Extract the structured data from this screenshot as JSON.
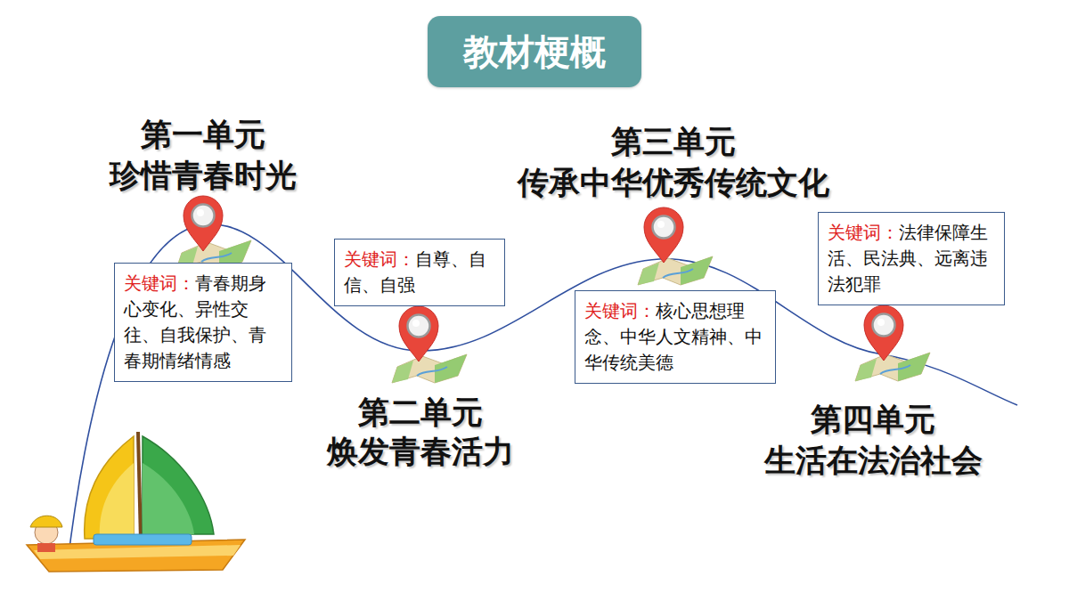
{
  "diagram": {
    "title": "教材梗概",
    "nodes": [
      {
        "text": [
          "关键词：",
          "青春期身心变化、异性交往、自我保护、青春期情绪情感"
        ]
      },
      {
        "text": [
          "关键词：",
          "自尊、自信、自强"
        ]
      },
      {
        "text": [
          "关键词：",
          "核心思想理念、中华人文精神、中华传统美德"
        ]
      },
      {
        "text": [
          "关键词：",
          "法律保障生活、民法典、远离违法犯罪"
        ]
      }
    ],
    "labels": [
      "第一单元",
      "珍惜青春时光",
      "第二单元",
      "焕发青春活力",
      "第三单元",
      "传承中华优秀传统文化",
      "第四单元",
      "生活在法治社会"
    ]
  }
}
